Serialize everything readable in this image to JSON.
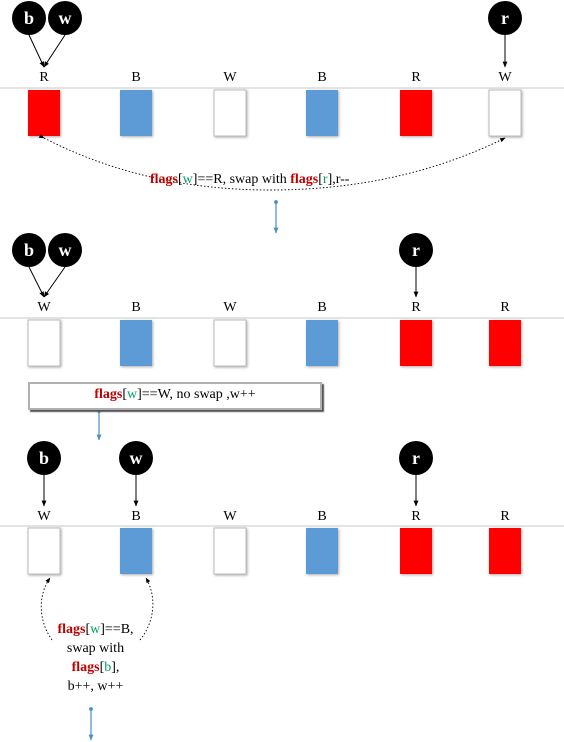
{
  "colors": {
    "R": "#ff0000",
    "B": "#5b9bd5",
    "W": "#ffffff",
    "pointer": "#000000",
    "keyword": "#c00000",
    "variable": "#00a060",
    "hint_arrow": "#4a90c0"
  },
  "steps": [
    {
      "id": "step1",
      "pointers": [
        {
          "name": "b",
          "col": 0
        },
        {
          "name": "w",
          "col": 0
        },
        {
          "name": "r",
          "col": 5
        }
      ],
      "flags": [
        "R",
        "B",
        "W",
        "B",
        "R",
        "W"
      ],
      "caption": {
        "p1": "flags",
        "p2": "[",
        "p3": "w",
        "p4": "]==R, swap with ",
        "p5": "flags",
        "p6": "[",
        "p7": "r",
        "p8": "],r--"
      }
    },
    {
      "id": "step2",
      "pointers": [
        {
          "name": "b",
          "col": 0
        },
        {
          "name": "w",
          "col": 0
        },
        {
          "name": "r",
          "col": 4
        }
      ],
      "flags": [
        "W",
        "B",
        "W",
        "B",
        "R",
        "R"
      ],
      "caption": {
        "p1": "flags",
        "p2": "[",
        "p3": "w",
        "p4": "]==W, no swap ,w++"
      }
    },
    {
      "id": "step3",
      "pointers": [
        {
          "name": "b",
          "col": 0
        },
        {
          "name": "w",
          "col": 1
        },
        {
          "name": "r",
          "col": 4
        }
      ],
      "flags": [
        "W",
        "B",
        "W",
        "B",
        "R",
        "R"
      ],
      "caption": {
        "p1": "flags",
        "p2": "[",
        "p3": "w",
        "p4": "]==B,",
        "p5": "swap with",
        "p6": "flags",
        "p7": "[",
        "p8": "b",
        "p9": "],",
        "p10": "b++, w++"
      }
    }
  ]
}
